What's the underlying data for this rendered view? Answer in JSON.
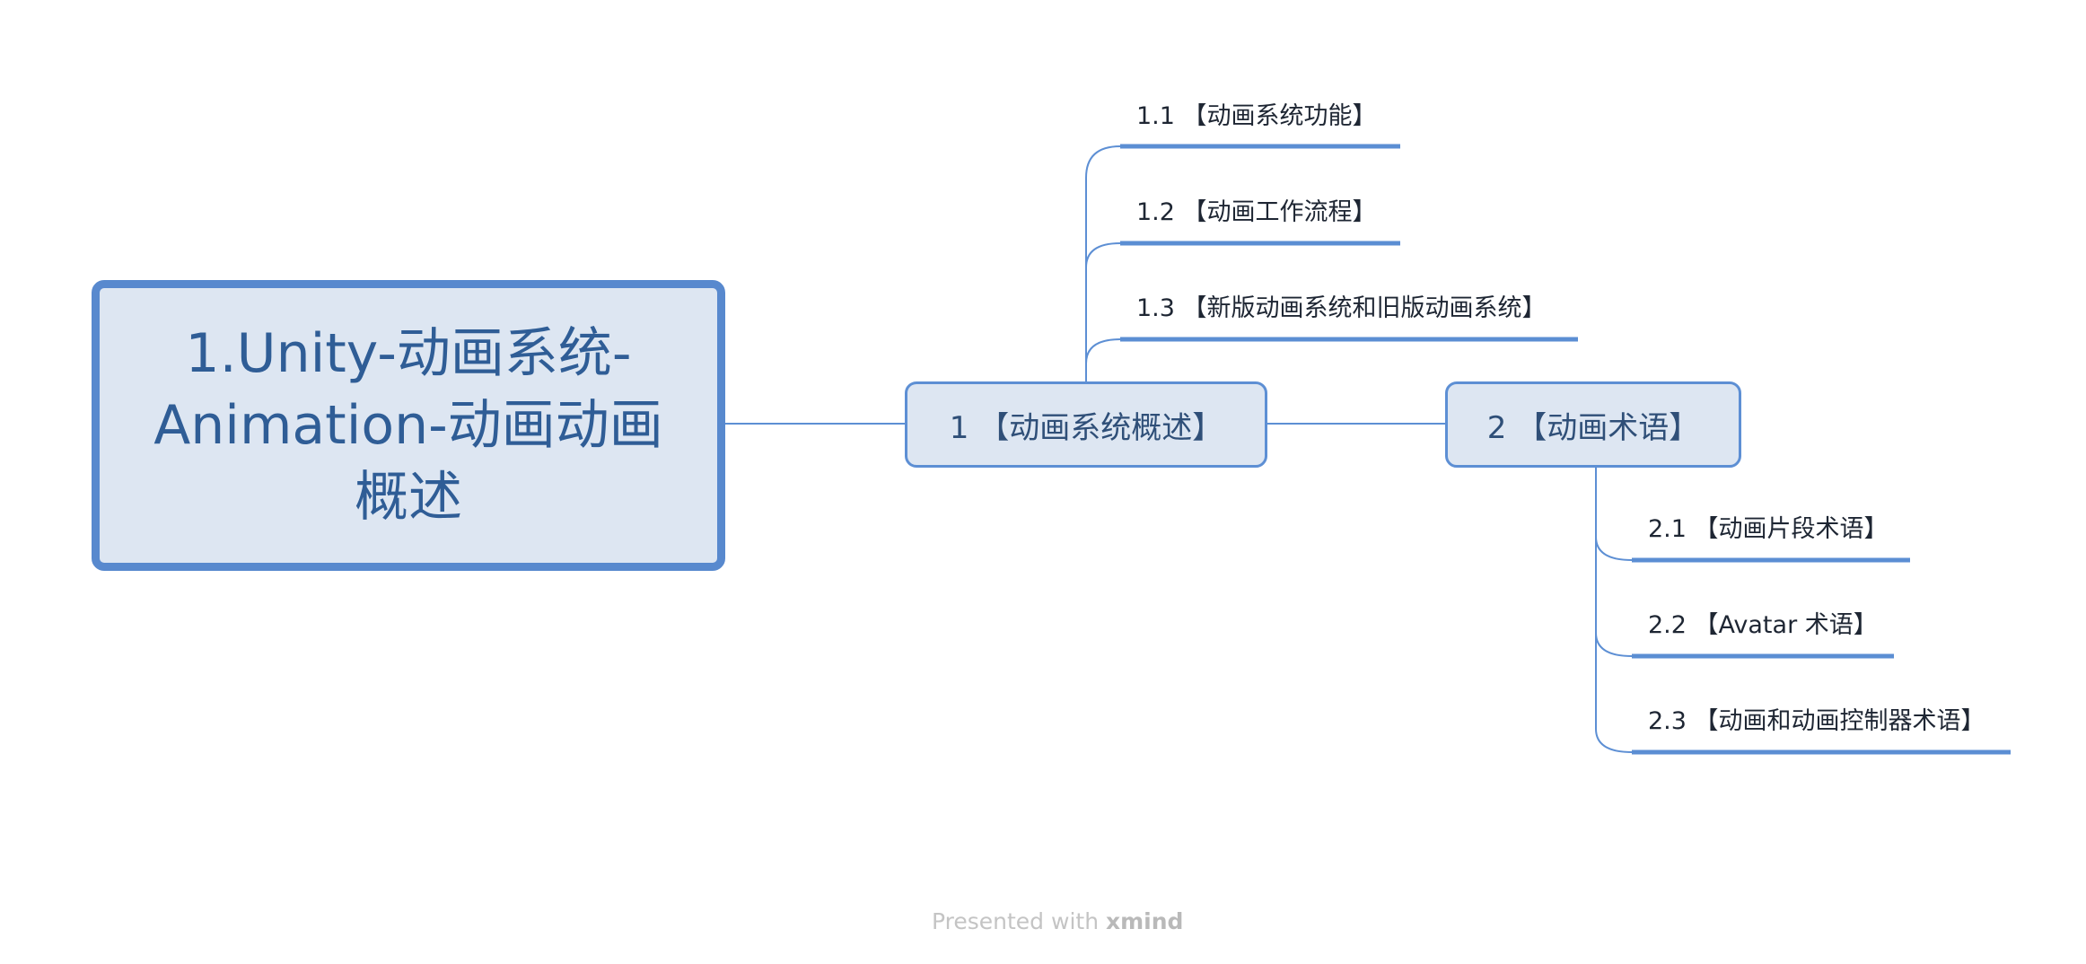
{
  "root": {
    "text": "1.Unity-动画系统-Animation-动画动画概述"
  },
  "topics": [
    {
      "label": "1 【动画系统概述】",
      "subtopics": [
        "1.1 【动画系统功能】",
        "1.2 【动画工作流程】",
        "1.3 【新版动画系统和旧版动画系统】"
      ]
    },
    {
      "label": "2 【动画术语】",
      "subtopics": [
        "2.1 【动画片段术语】",
        "2.2 【Avatar 术语】",
        "2.3 【动画和动画控制器术语】"
      ]
    }
  ],
  "watermark": {
    "prefix": "Presented with",
    "brand": "xmind"
  },
  "colors": {
    "line": "#5d8fd4",
    "underline": "#5b8ed3",
    "topic_fill": "#dde6f2",
    "root_border": "#5889ce",
    "root_text": "#2f5d96"
  }
}
